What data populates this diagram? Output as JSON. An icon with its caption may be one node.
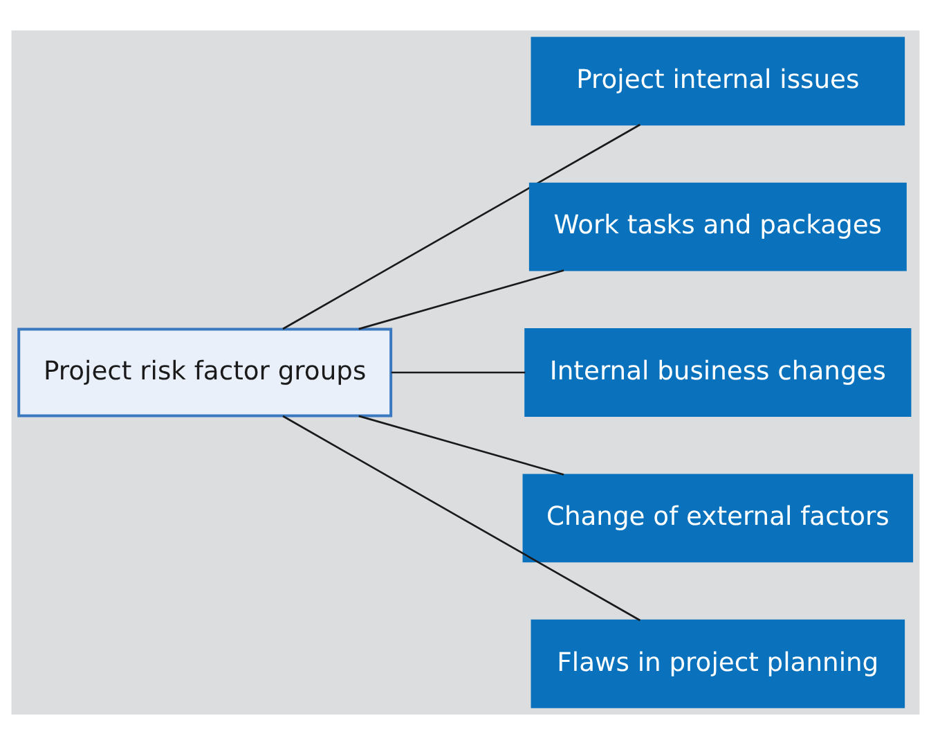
{
  "diagram": {
    "nodes": [
      {
        "text": [
          "Project risk factor groups"
        ]
      },
      {
        "text": [
          "Project internal issues"
        ]
      },
      {
        "text": [
          "Work tasks and packages"
        ]
      },
      {
        "text": [
          "Internal business changes"
        ]
      },
      {
        "text": [
          "Change of external factors"
        ]
      },
      {
        "text": [
          "Flaws in project planning"
        ]
      }
    ],
    "edges": [
      {
        "from": 0,
        "to": 1,
        "arrow": "none"
      },
      {
        "from": 0,
        "to": 2,
        "arrow": "none"
      },
      {
        "from": 0,
        "to": 3,
        "arrow": "none"
      },
      {
        "from": 0,
        "to": 4,
        "arrow": "none"
      },
      {
        "from": 0,
        "to": 5,
        "arrow": "none"
      }
    ]
  }
}
